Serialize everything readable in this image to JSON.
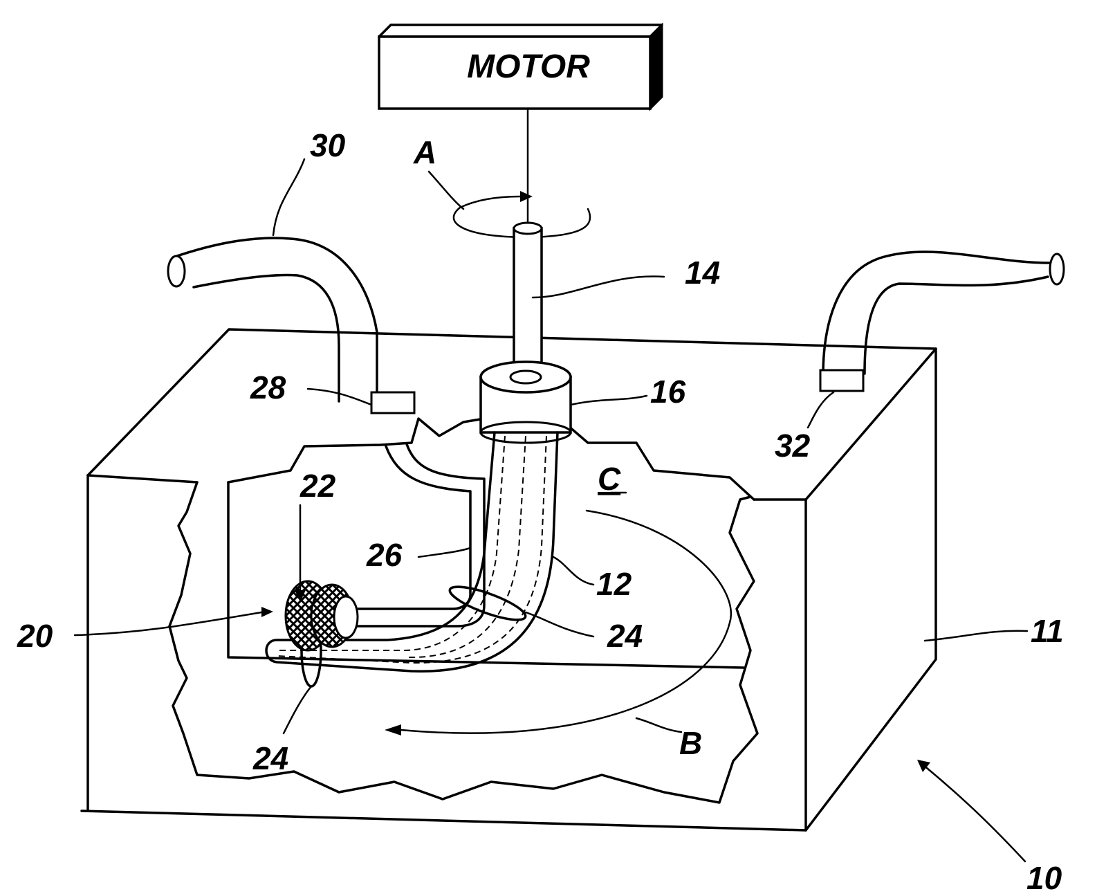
{
  "figure": {
    "motor_label": "MOTOR",
    "labels": {
      "a": "A",
      "b": "B",
      "c": "C",
      "n10": "10",
      "n11": "11",
      "n12": "12",
      "n14": "14",
      "n16": "16",
      "n20": "20",
      "n22": "22",
      "n24_upper": "24",
      "n24_lower": "24",
      "n26": "26",
      "n28": "28",
      "n30": "30",
      "n32": "32"
    }
  }
}
